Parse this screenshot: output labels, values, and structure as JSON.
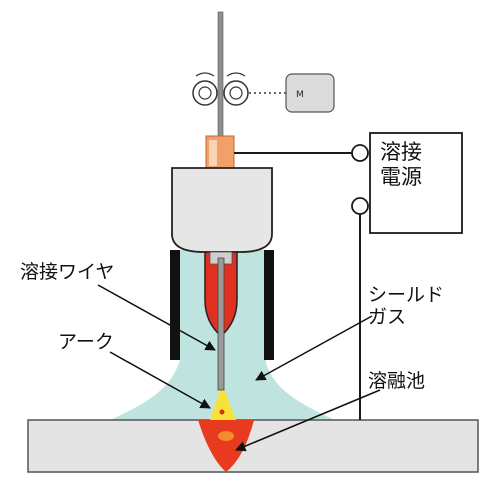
{
  "labels": {
    "welding_wire": "溶接ワイヤ",
    "arc": "アーク",
    "shielding_gas": "シールド\nガス",
    "weld_pool": "溶融池",
    "power_source": "溶接\n電源",
    "motor": "M"
  },
  "colors": {
    "shield_gas": "#bfe3df",
    "base_metal": "#e4e4e4",
    "contact_tip": "#f2a06a",
    "torch_body": "#e6e6e6",
    "nozzle_inner": "#e13020",
    "weld_pool": "#e83a1e",
    "arc": "#f7e23a",
    "line": "#1a1a1a"
  }
}
